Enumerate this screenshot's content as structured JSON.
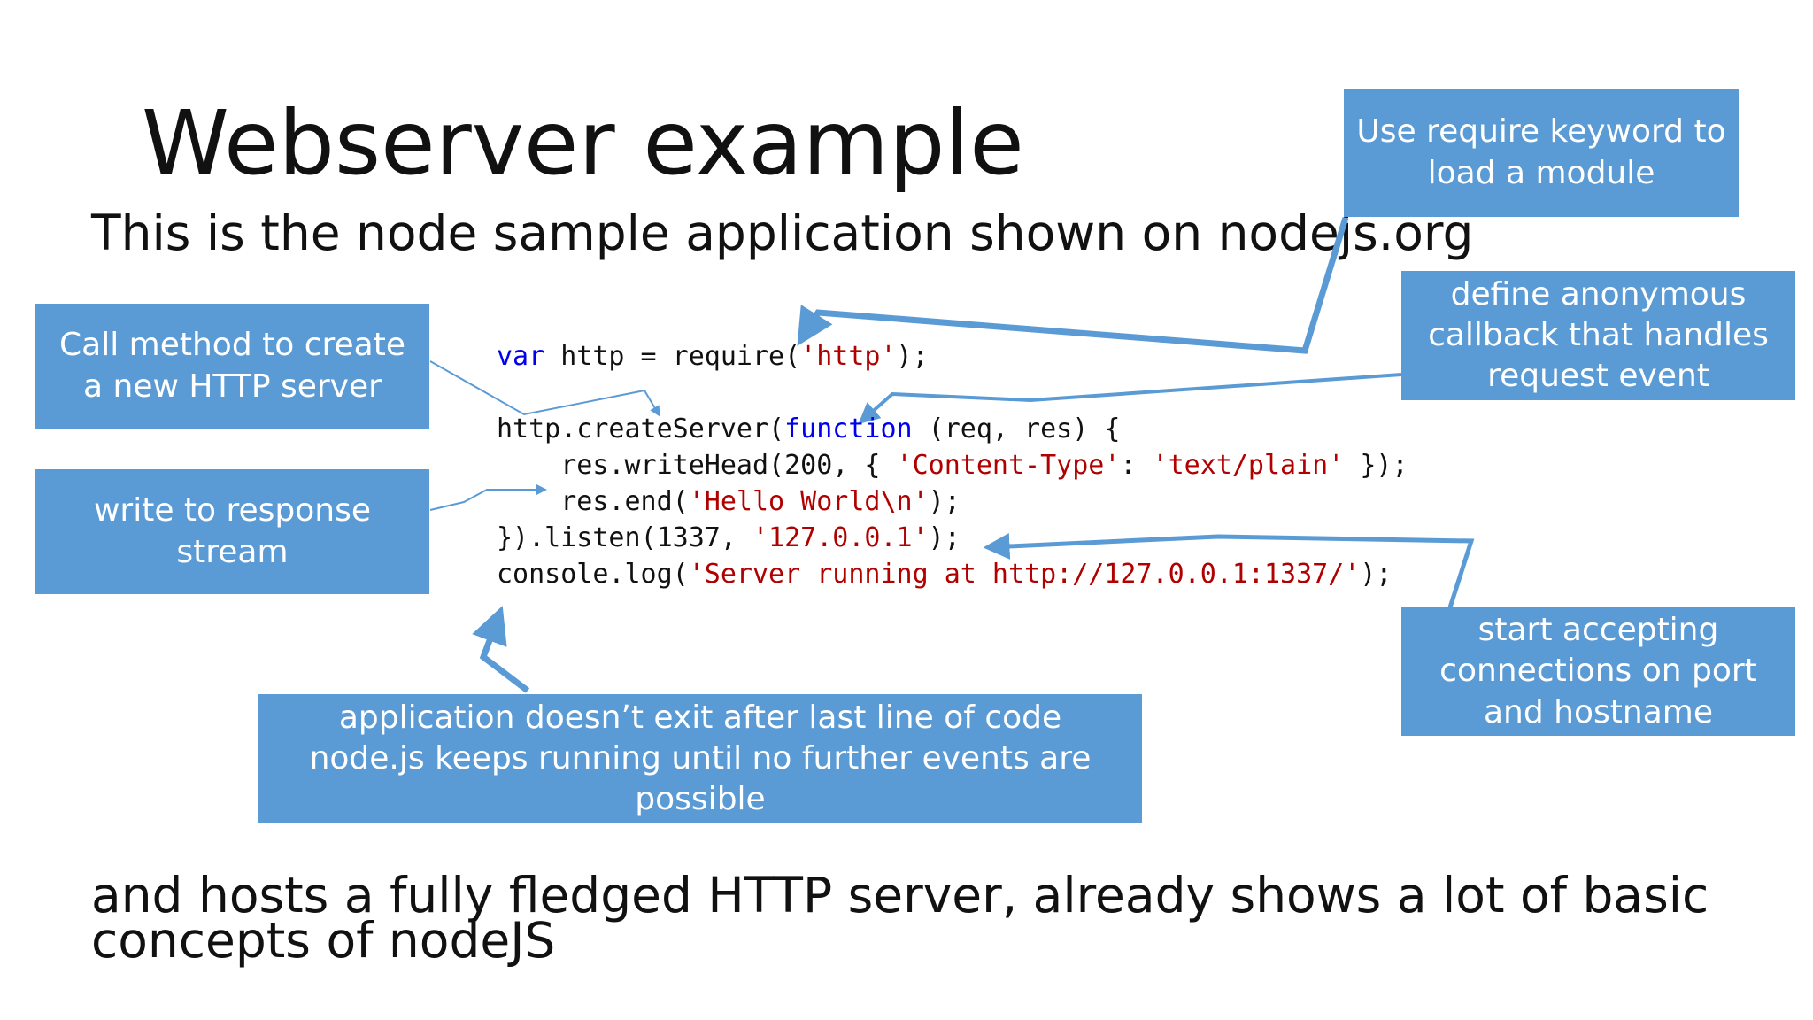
{
  "title": "Webserver example",
  "subtitle": "This is the node sample application shown on nodejs.org",
  "footer": {
    "line1": "and hosts a fully fledged HTTP server, already shows a lot of basic",
    "line2": "concepts of nodeJS"
  },
  "callouts": {
    "require": {
      "lines": [
        "Use require keyword to",
        "load a module"
      ]
    },
    "callback": {
      "lines": [
        "define anonymous",
        "callback that handles",
        "request event"
      ]
    },
    "create_server": {
      "lines": [
        "Call method to create",
        "a new HTTP server"
      ]
    },
    "write_response": {
      "lines": [
        "write to response",
        "stream"
      ]
    },
    "listen": {
      "lines": [
        "start accepting",
        "connections on port",
        "and hostname"
      ]
    },
    "app_running": {
      "lines": [
        "application doesn’t exit after last line of code",
        "node.js keeps running until no further events are",
        "possible"
      ]
    }
  },
  "code": {
    "l1_kw": "var",
    "l1_a": " http = require(",
    "l1_s": "'http'",
    "l1_b": ");",
    "l2_a": "http.createServer(",
    "l2_kw": "function",
    "l2_b": " (req, res) {",
    "l3_a": "    res.writeHead(200, { ",
    "l3_s1": "'Content-Type'",
    "l3_b": ": ",
    "l3_s2": "'text/plain'",
    "l3_c": " });",
    "l4_a": "    res.end(",
    "l4_s": "'Hello World\\n'",
    "l4_b": ");",
    "l5_a": "}).listen(1337, ",
    "l5_s": "'127.0.0.1'",
    "l5_b": ");",
    "l6_a": "console.log(",
    "l6_s": "'Server running at http://127.0.0.1:1337/'",
    "l6_b": ");"
  },
  "colors": {
    "callout_fill": "#5b9bd5",
    "arrow": "#5b9bd5",
    "keyword": "#0000ee",
    "string": "#b00000"
  }
}
